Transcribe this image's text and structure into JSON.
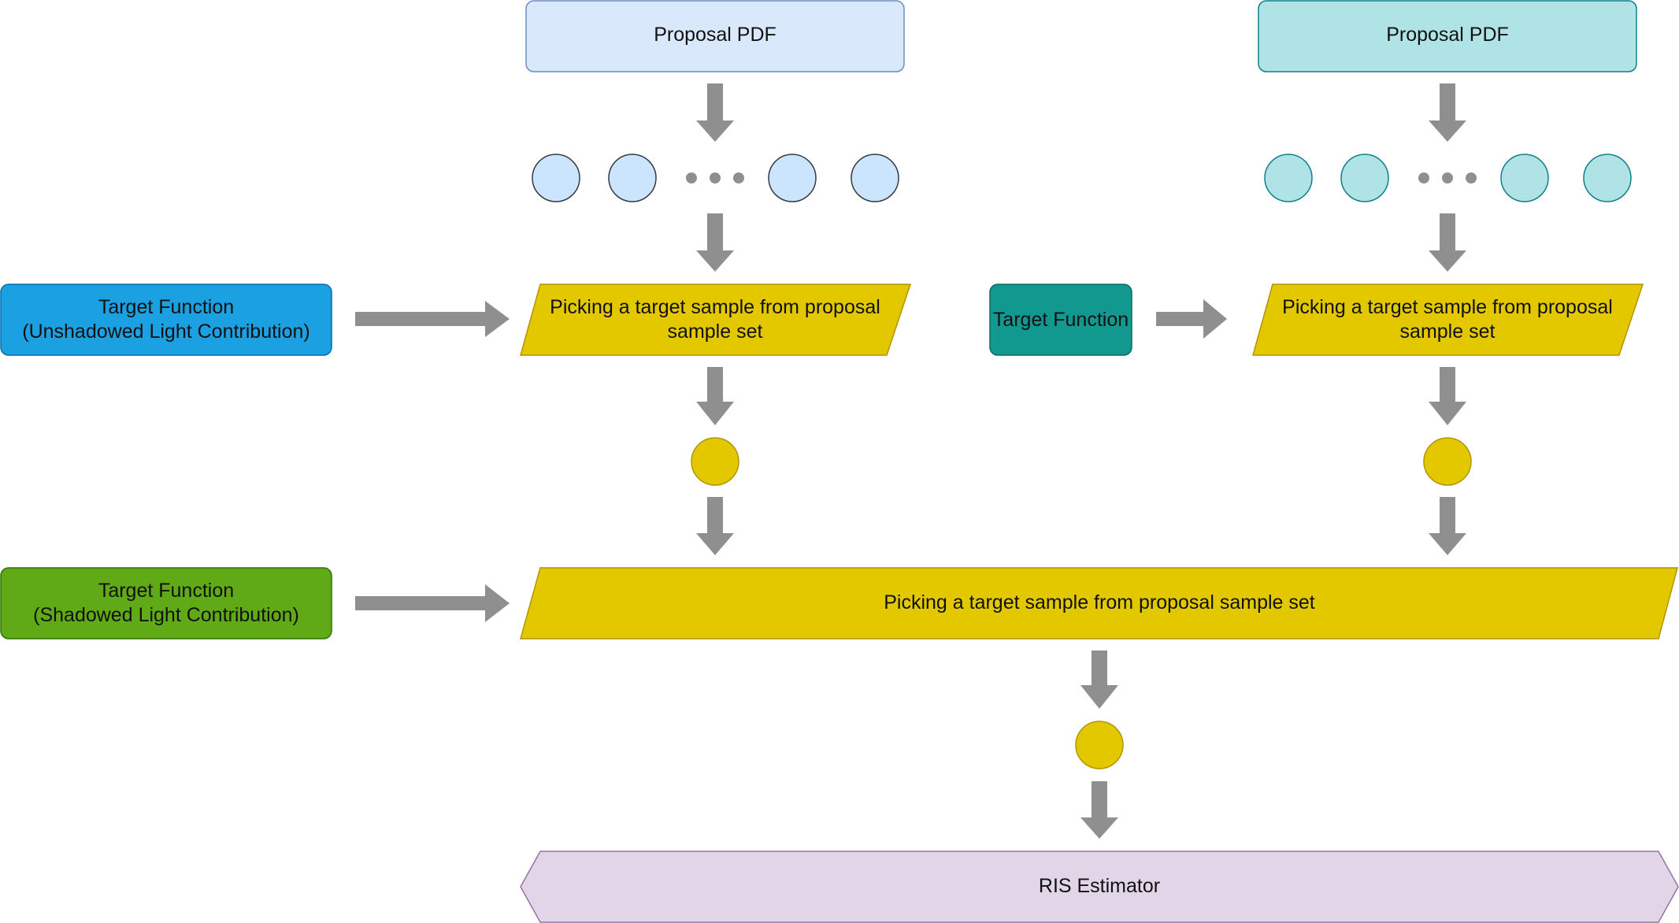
{
  "diagram": {
    "left_pipeline": {
      "proposal_pdf": "Proposal PDF",
      "picking": {
        "line1": "Picking a target sample from proposal",
        "line2": "sample set"
      }
    },
    "right_pipeline": {
      "proposal_pdf": "Proposal PDF",
      "picking": {
        "line1": "Picking a target sample from proposal",
        "line2": "sample set"
      }
    },
    "target_unshadowed": {
      "line1": "Target Function",
      "line2": "(Unshadowed Light Contribution)"
    },
    "target_middle": "Target Function",
    "target_shadowed": {
      "line1": "Target Function",
      "line2": "(Shadowed Light Contribution)"
    },
    "combined_picking": "Picking a target sample from proposal sample set",
    "ris_estimator": "RIS Estimator"
  },
  "colors": {
    "left_proposal_fill": "#dae8fc",
    "left_proposal_stroke": "#6c8ebf",
    "right_proposal_fill": "#b0e3e6",
    "right_proposal_stroke": "#0e8088",
    "picking_fill": "#e3c800",
    "picking_stroke": "#b09500",
    "target_blue": "#1ba1e2",
    "target_teal": "#12998f",
    "target_green": "#60a917",
    "ris_fill": "#e1d5e7",
    "ris_stroke": "#9673a6",
    "arrow": "#8f8f8f"
  }
}
